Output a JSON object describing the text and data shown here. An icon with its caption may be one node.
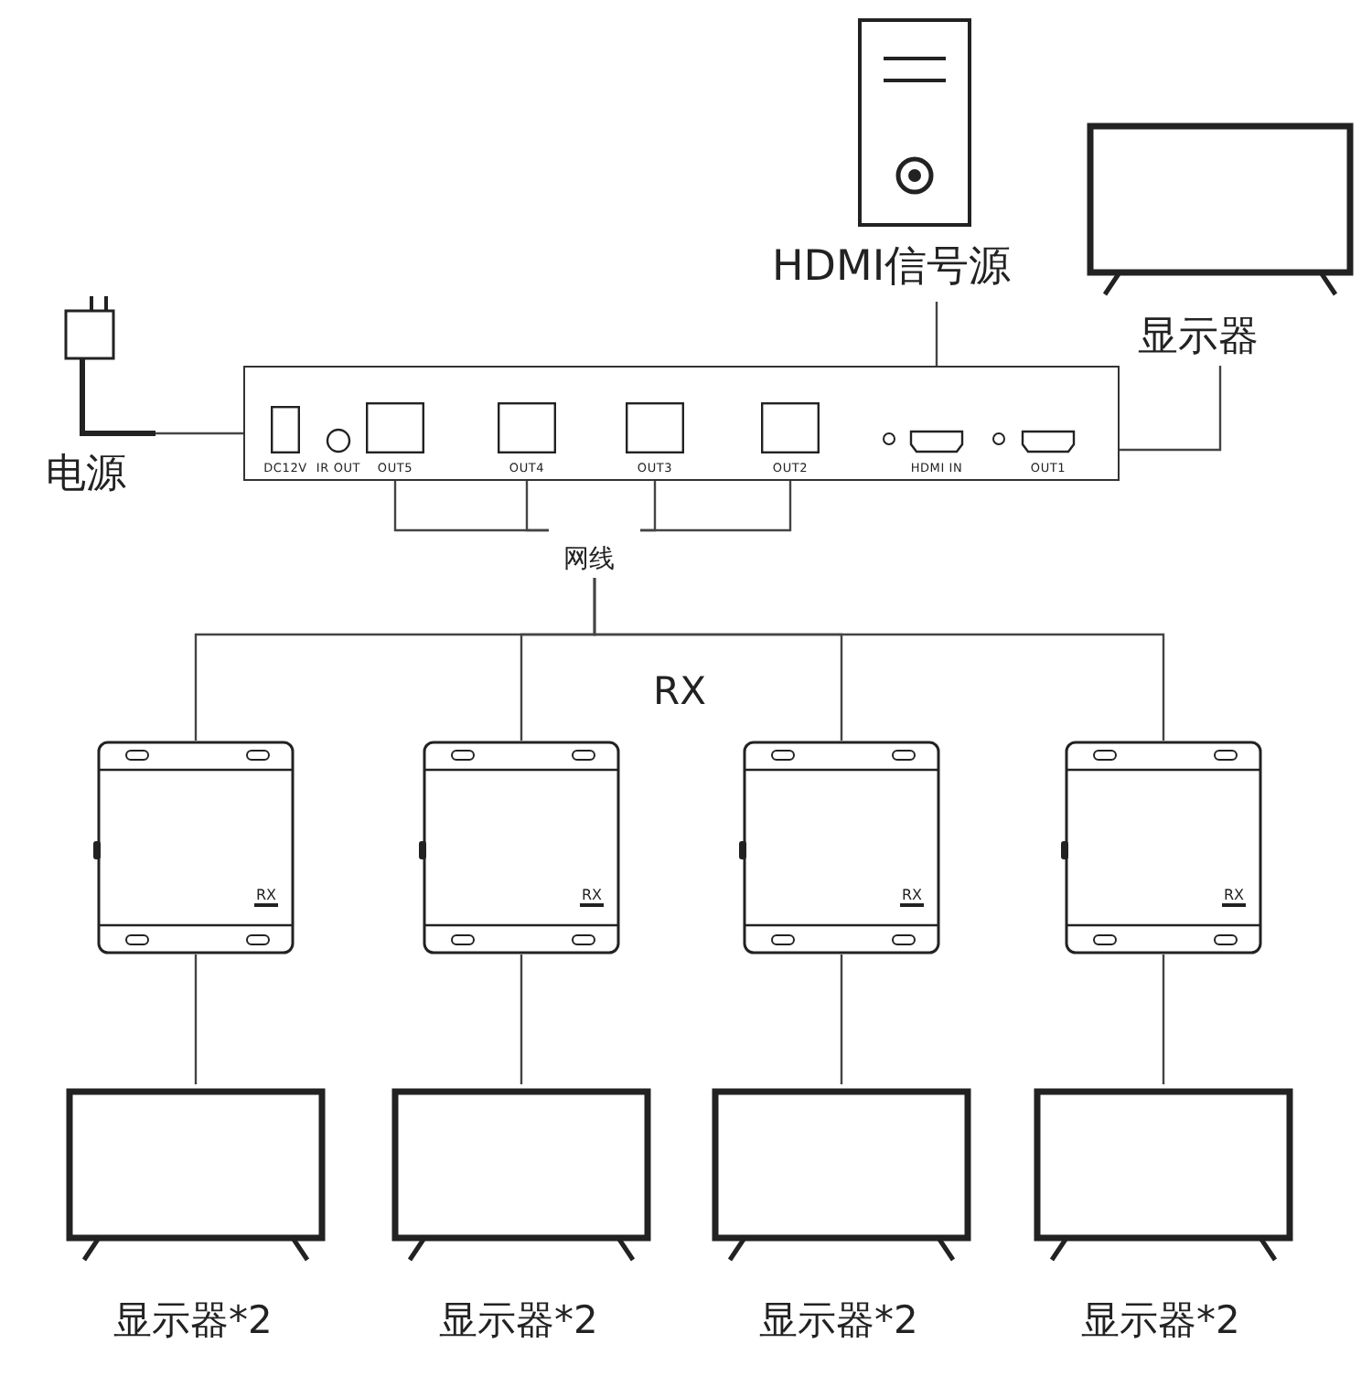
{
  "diagram": {
    "nodes": [
      {
        "text": [
          "电源"
        ]
      },
      {
        "text": [
          "HDMI信号源"
        ]
      },
      {
        "text": [
          "显示器"
        ]
      },
      {
        "text": [],
        "shape": "box"
      },
      {
        "text": [
          "DC12V"
        ],
        "in": 3
      },
      {
        "text": [
          "IR OUT"
        ],
        "in": 3
      },
      {
        "text": [
          "OUT5"
        ],
        "in": 3
      },
      {
        "text": [
          "OUT4"
        ],
        "in": 3
      },
      {
        "text": [
          "OUT3"
        ],
        "in": 3
      },
      {
        "text": [
          "OUT2"
        ],
        "in": 3
      },
      {
        "text": [
          "HDMI IN"
        ],
        "in": 3
      },
      {
        "text": [
          "OUT1"
        ],
        "in": 3
      },
      {
        "text": [
          "网线"
        ]
      },
      {
        "text": [
          "RX"
        ]
      },
      {
        "text": [
          "RX"
        ]
      },
      {
        "text": [
          "RX"
        ]
      },
      {
        "text": [
          "RX"
        ]
      },
      {
        "text": [
          "显示器*2"
        ]
      },
      {
        "text": [
          "显示器*2"
        ]
      },
      {
        "text": [
          "显示器*2"
        ]
      },
      {
        "text": [
          "显示器*2"
        ]
      }
    ],
    "edges": [
      {
        "from": 0,
        "to": 3,
        "arrow": "none"
      },
      {
        "from": 1,
        "to": 10,
        "arrow": "none"
      },
      {
        "from": 11,
        "to": 2,
        "arrow": "none"
      },
      {
        "from": 6,
        "to": 12,
        "arrow": "none"
      },
      {
        "from": 7,
        "to": 12,
        "arrow": "none"
      },
      {
        "from": 8,
        "to": 12,
        "arrow": "none"
      },
      {
        "from": 9,
        "to": 12,
        "arrow": "none"
      },
      {
        "from": 12,
        "to": 13,
        "arrow": "none"
      },
      {
        "from": 12,
        "to": 14,
        "arrow": "none"
      },
      {
        "from": 12,
        "to": 15,
        "arrow": "none"
      },
      {
        "from": 12,
        "to": 16,
        "arrow": "none"
      },
      {
        "from": 13,
        "to": 17,
        "arrow": "none"
      },
      {
        "from": 14,
        "to": 18,
        "arrow": "none"
      },
      {
        "from": 15,
        "to": 19,
        "arrow": "none"
      },
      {
        "from": 16,
        "to": 20,
        "arrow": "none"
      }
    ],
    "labels": [
      "RX"
    ]
  }
}
